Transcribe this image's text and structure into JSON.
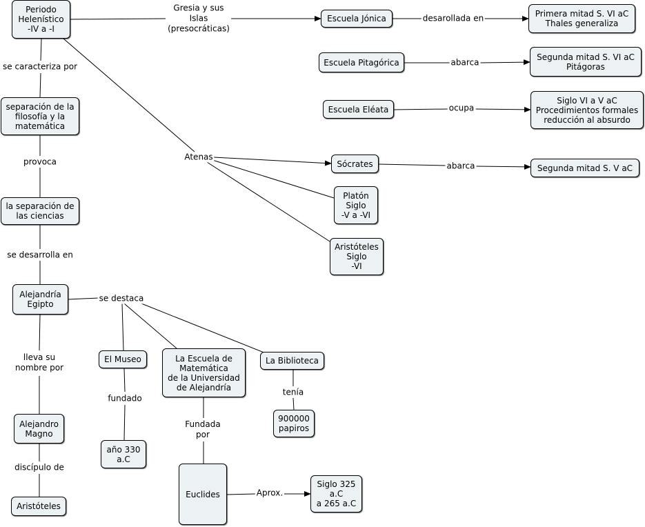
{
  "nodes": {
    "periodo": "Periodo\nHelenístico\n-IV a -I",
    "jonica": "Escuela Jónica",
    "primera": "Primera mitad S. VI aC\nThales generaliza",
    "pitagorica": "Escuela Pitagórica",
    "segunda_vi": "Segunda mitad S. VI aC\nPitágoras",
    "eleata": "Escuela Eléata",
    "siglo_vi_v": "Siglo VI a V aC\nProcedimientos formales\nreducción al absurdo",
    "separacion_fm": "separación de la\nfilosofía y la\nmatemática",
    "socrates": "Sócrates",
    "segunda_v": "Segunda mitad S. V aC",
    "platon": "Platón\nSiglo\n-V a -VI",
    "separacion_c": "la separación de\nlas ciencias",
    "aristoteles_siglo": "Aristóteles\nSiglo\n-VI",
    "alejandria": "Alejandría\nEgipto",
    "museo": "El Museo",
    "escuela_mat": "La Escuela de\nMatemática\nde la Universidad\nde Alejandría",
    "biblioteca": "La Biblioteca",
    "papiros": "900000\npapiros",
    "alejandro": "Alejandro\nMagno",
    "ano330": "año 330\na.C",
    "euclides": "Euclides",
    "siglo325": "Siglo 325\na.C\na 265 a.C",
    "aristoteles": "Aristóteles"
  },
  "labels": {
    "gresia": "Gresia y sus\nIslas\n(presocráticas)",
    "desarollada": "desarollada en",
    "abarca_1": "abarca",
    "ocupa": "ocupa",
    "caracteriza": "se caracteriza por",
    "atenas": "Atenas",
    "abarca_2": "abarca",
    "provoca": "provoca",
    "desarrolla": "se desarrolla en",
    "destaca": "se destaca",
    "lleva": "lleva su\nnombre por",
    "fundado": "fundado",
    "tenia": "tenía",
    "fundada": "Fundada\npor",
    "discipulo": "discípulo de",
    "aprox": "Aprox."
  }
}
